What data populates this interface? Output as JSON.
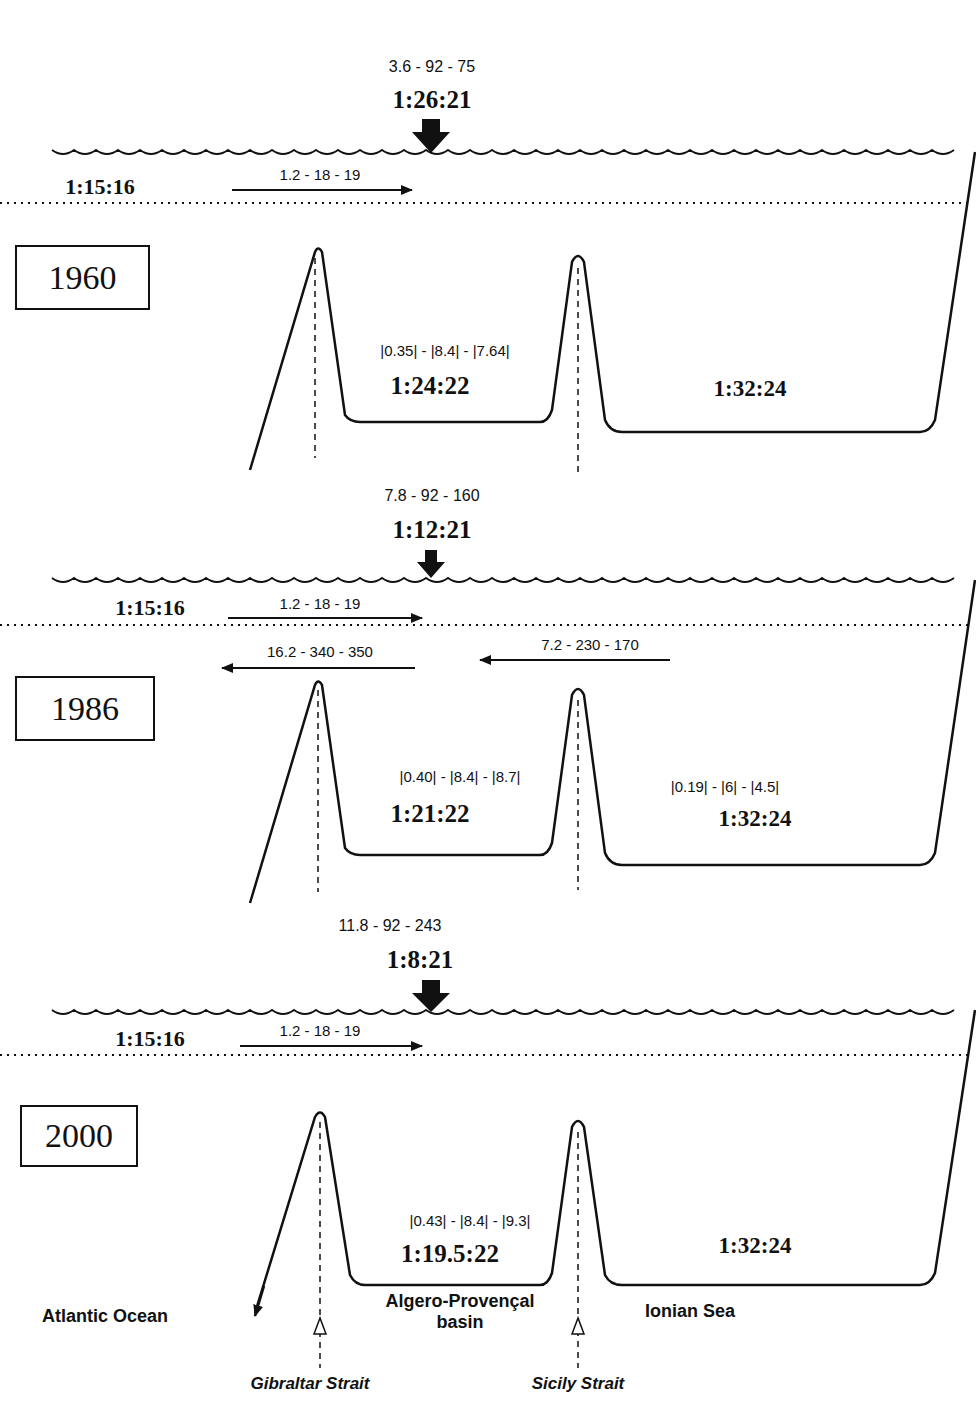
{
  "diagram": {
    "nodes": [
      {
        "text": [
          "1960"
        ]
      },
      {
        "text": [
          "1986"
        ]
      },
      {
        "text": [
          "2000"
        ]
      }
    ],
    "labels": [
      "3.6 - 92 - 75",
      "1:26:21",
      "1:15:16",
      "1.2 - 18 - 19",
      "|0.35| - |8.4| - |7.64|",
      "1:24:22",
      "1:32:24",
      "7.8 - 92 - 160",
      "1:12:21",
      "1:15:16",
      "1.2 - 18 - 19",
      "16.2 - 340 - 350",
      "7.2 - 230 - 170",
      "|0.40| - |8.4| - |8.7|",
      "1:21:22",
      "|0.19| - |6| - |4.5|",
      "1:32:24",
      "11.8 - 92 - 243",
      "1:8:21",
      "1:15:16",
      "1.2 - 18 - 19",
      "|0.43| - |8.4| - |9.3|",
      "1:19.5:22",
      "1:32:24",
      "Atlantic Ocean",
      "Algero-Provençal basin",
      "Ionian Sea",
      "Gibraltar Strait",
      "Sicily Strait"
    ]
  }
}
